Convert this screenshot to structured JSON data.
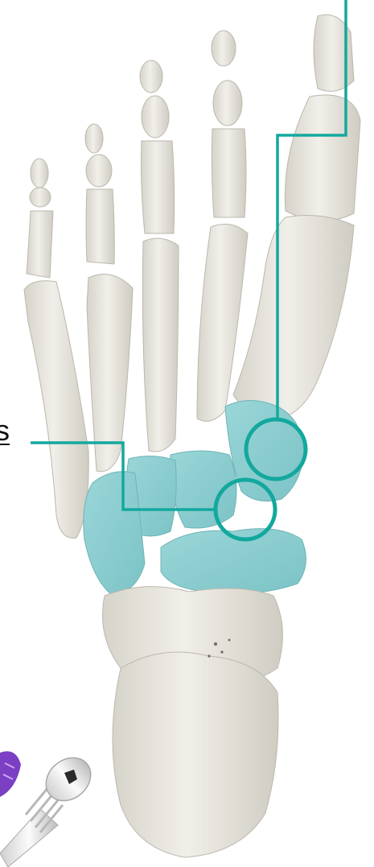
{
  "illustration": {
    "subject": "foot-skeleton-dorsal-view",
    "highlight_color": "#8FD1D3",
    "callout_line_color": "#13A89E",
    "bone_color": "#E8E6DF"
  },
  "callouts": [
    {
      "label_text": "s",
      "target": "midfoot-joint"
    },
    {
      "label_text": "",
      "target": "first-tarsometatarsal-joint"
    }
  ],
  "hardware": {
    "items": [
      "purple-screw-icon",
      "white-screw-icon"
    ]
  }
}
